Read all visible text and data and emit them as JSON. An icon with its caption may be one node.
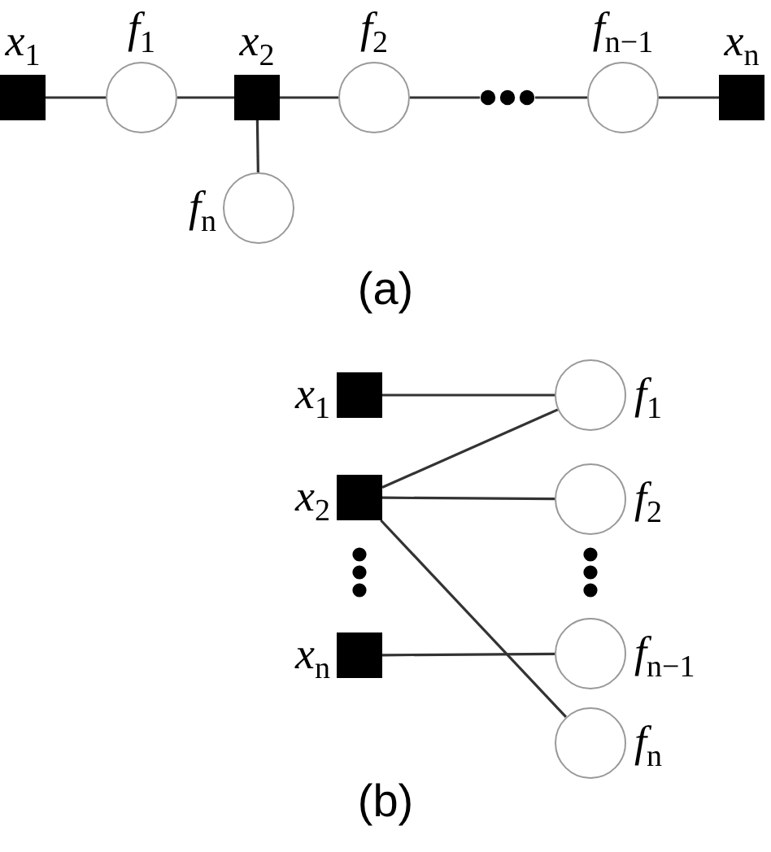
{
  "diagram": {
    "nodes": [
      {
        "text": [
          "*x*$_{1}$"
        ]
      },
      {
        "text": [
          "*f*$_{1}$"
        ]
      },
      {
        "text": [
          "*x*$_{2}$"
        ]
      },
      {
        "text": [
          "*f*$_{2}$"
        ]
      },
      {
        "text": [],
        "shape": "dots"
      },
      {
        "text": [
          "*f*$_{n−1}$"
        ]
      },
      {
        "text": [
          "*x*$_{n}$"
        ]
      },
      {
        "text": [
          "*f*$_{n}$"
        ]
      },
      {
        "text": [
          "*x*$_{1}$"
        ]
      },
      {
        "text": [
          "*x*$_{2}$"
        ]
      },
      {
        "text": [
          "*x*$_{n}$"
        ]
      },
      {
        "text": [
          "*f*$_{1}$"
        ]
      },
      {
        "text": [
          "*f*$_{2}$"
        ]
      },
      {
        "text": [
          "*f*$_{n−1}$"
        ]
      },
      {
        "text": [
          "*f*$_{n}$"
        ]
      }
    ],
    "edges": [
      {
        "from": 0,
        "to": 1,
        "arrow": "none"
      },
      {
        "from": 1,
        "to": 2,
        "arrow": "none"
      },
      {
        "from": 2,
        "to": 3,
        "arrow": "none"
      },
      {
        "from": 3,
        "to": 4,
        "arrow": "none"
      },
      {
        "from": 4,
        "to": 5,
        "arrow": "none"
      },
      {
        "from": 5,
        "to": 6,
        "arrow": "none"
      },
      {
        "from": 2,
        "to": 7,
        "arrow": "none"
      },
      {
        "from": 8,
        "to": 11,
        "arrow": "none"
      },
      {
        "from": 9,
        "to": 11,
        "arrow": "none"
      },
      {
        "from": 9,
        "to": 12,
        "arrow": "none"
      },
      {
        "from": 9,
        "to": 14,
        "arrow": "none"
      },
      {
        "from": 10,
        "to": 13,
        "arrow": "none"
      }
    ],
    "labels": [
      "(a)",
      "(b)"
    ]
  }
}
